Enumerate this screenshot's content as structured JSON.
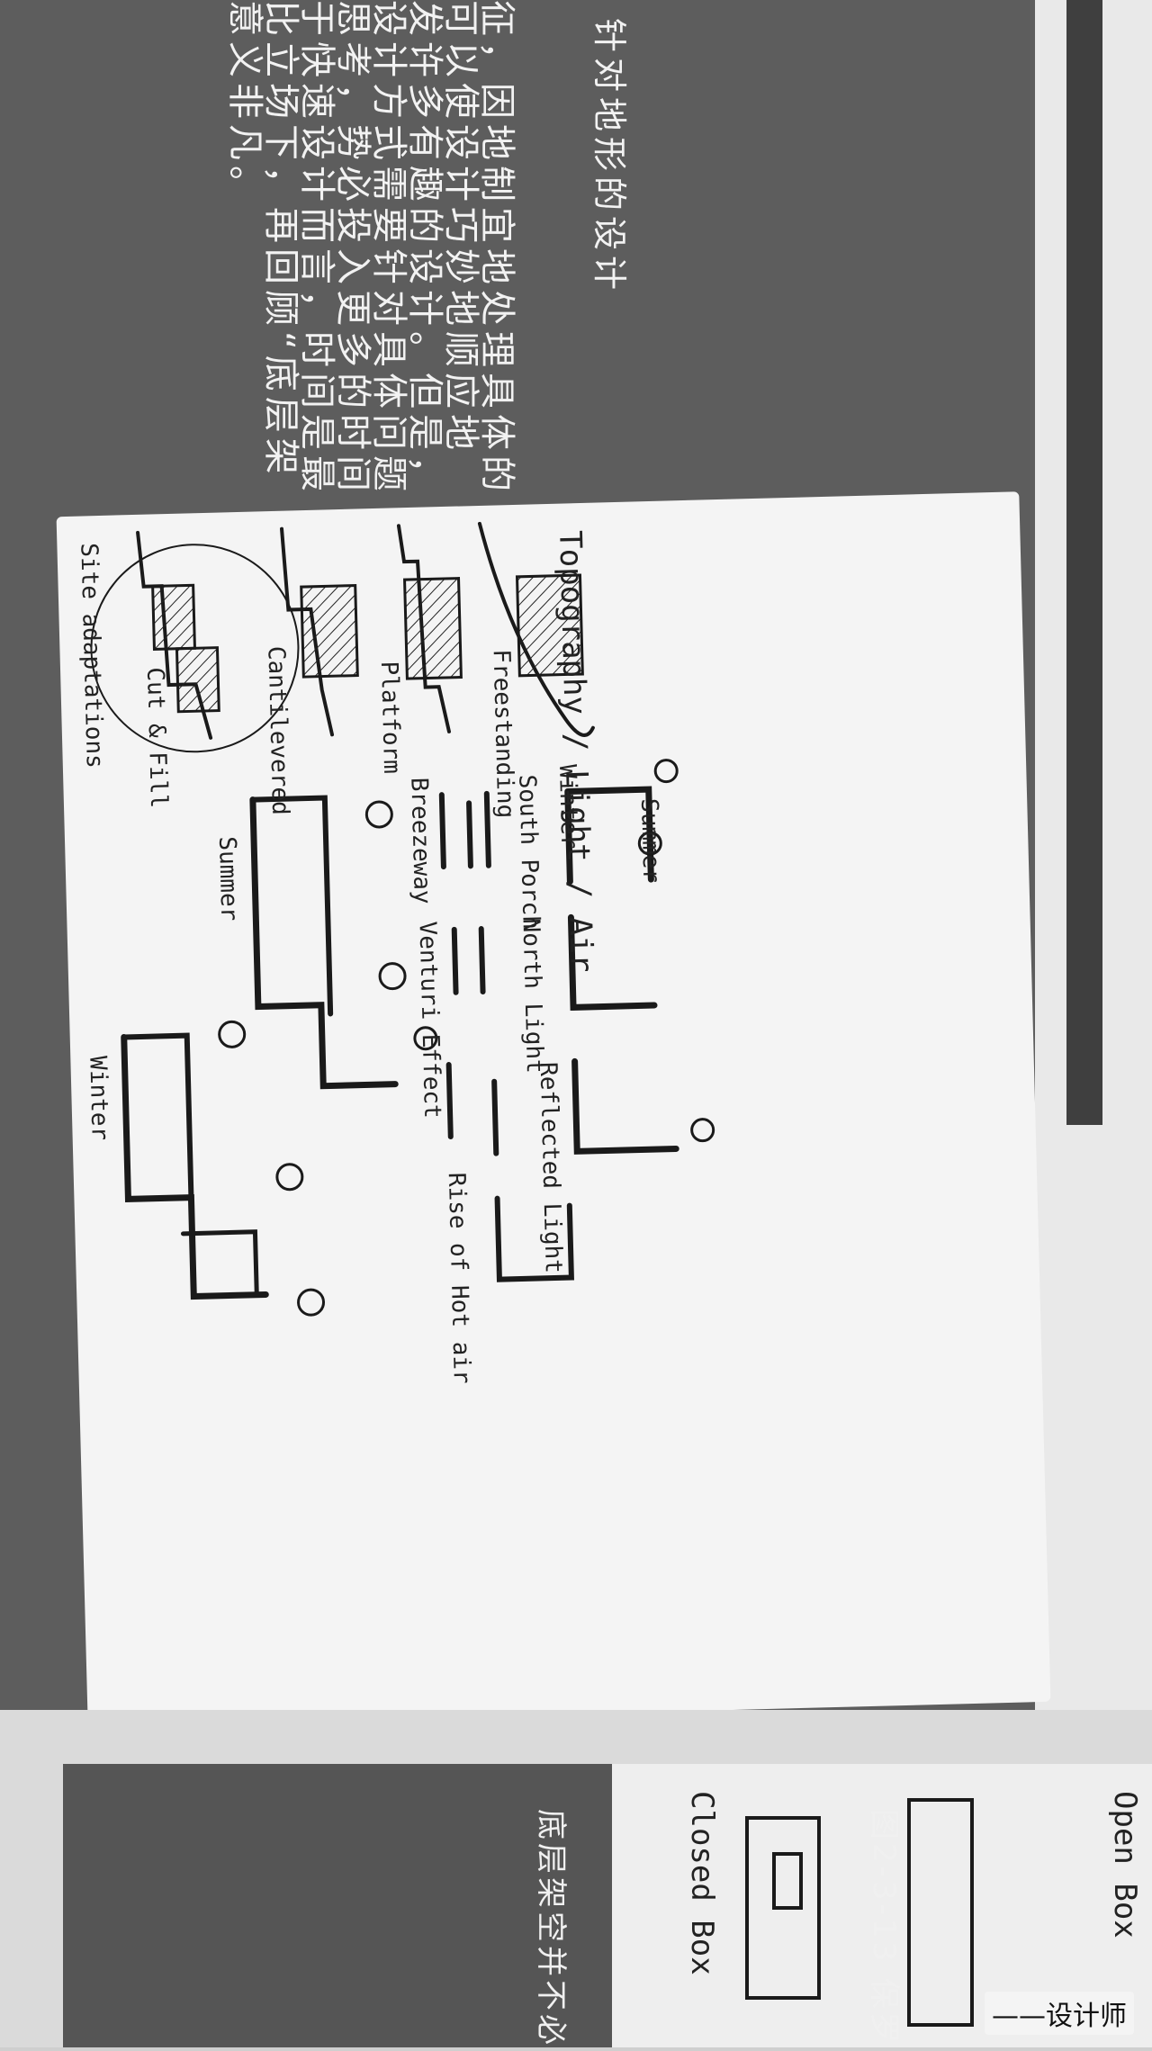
{
  "section_title": "针对地形的设计",
  "body_lines": [
    "征，因地制宜地处理具体的",
    "可以使设计巧妙地顺应地",
    "发许多有趣的设计。但是，",
    "设计方式需要针对具体问题",
    "思考，势必投入更多的时间",
    "于快速设计而言，时间是最",
    "比立场下，再回顾“底层架",
    "意义非凡。"
  ],
  "sketch": {
    "header": "Topography / Light / Air",
    "row_labels": [
      "Freestanding",
      "Platform",
      "Cantilevered",
      "Cut & Fill",
      "Site adaptations"
    ],
    "light_labels": [
      "Winter",
      "Summer",
      "South Porch",
      "North Light",
      "Reflected Light"
    ],
    "air_labels": [
      "Breezeway",
      "Venturi Effect",
      "Rise of Hot air"
    ],
    "section_labels": [
      "Summer",
      "Winter"
    ]
  },
  "figure_caption": "图2-3-13  保罗",
  "bottom_text": "底层架空并不必",
  "bottom_sketch_labels": [
    "Open Box",
    "Closed Box"
  ],
  "watermark": "——设计师",
  "colors": {
    "page": "#5d5d5d",
    "paper": "#f4f4f4",
    "ink": "#1a1a1a",
    "text": "#f2f2f2"
  }
}
